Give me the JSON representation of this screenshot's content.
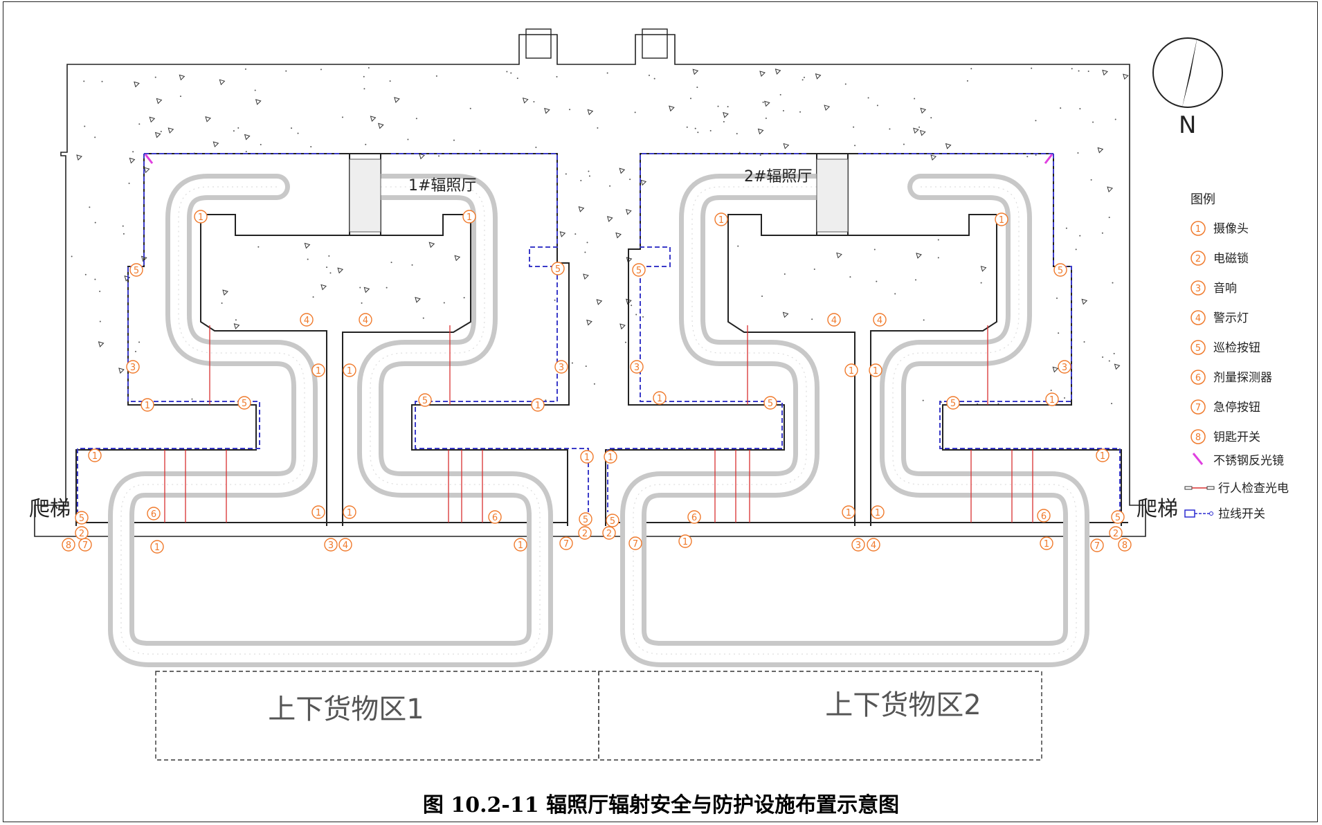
{
  "halls": {
    "hall1": "1#辐照厅",
    "hall2": "2#辐照厅"
  },
  "ladders": {
    "left": "爬梯",
    "right": "爬梯"
  },
  "cargo_areas": {
    "area1": "上下货物区1",
    "area2": "上下货物区2"
  },
  "compass": {
    "north": "N"
  },
  "legend": {
    "title": "图例",
    "items": [
      {
        "num": "1",
        "label": "摄像头",
        "icon": "camera"
      },
      {
        "num": "2",
        "label": "电磁锁",
        "icon": "electromagnetic-lock"
      },
      {
        "num": "3",
        "label": "音响",
        "icon": "speaker"
      },
      {
        "num": "4",
        "label": "警示灯",
        "icon": "warning-light"
      },
      {
        "num": "5",
        "label": "巡检按钮",
        "icon": "patrol-button"
      },
      {
        "num": "6",
        "label": "剂量探测器",
        "icon": "dose-detector"
      },
      {
        "num": "7",
        "label": "急停按钮",
        "icon": "emergency-stop"
      },
      {
        "num": "8",
        "label": "钥匙开关",
        "icon": "key-switch"
      }
    ],
    "symbols": [
      {
        "label": "不锈钢反光镜",
        "icon": "mirror",
        "color": "#e040e0"
      },
      {
        "label": "行人检查光电",
        "icon": "photoelectric",
        "color": "#d93030"
      },
      {
        "label": "拉线开关",
        "icon": "pull-switch",
        "color": "#2a2ad0"
      }
    ]
  },
  "caption": "图 10.2-11    辐照厅辐射安全与防护设施布置示意图",
  "colors": {
    "marker": "#f07a2c",
    "dashed": "#3a3ac8",
    "beam": "#d93030",
    "mirror": "#e040e0"
  }
}
